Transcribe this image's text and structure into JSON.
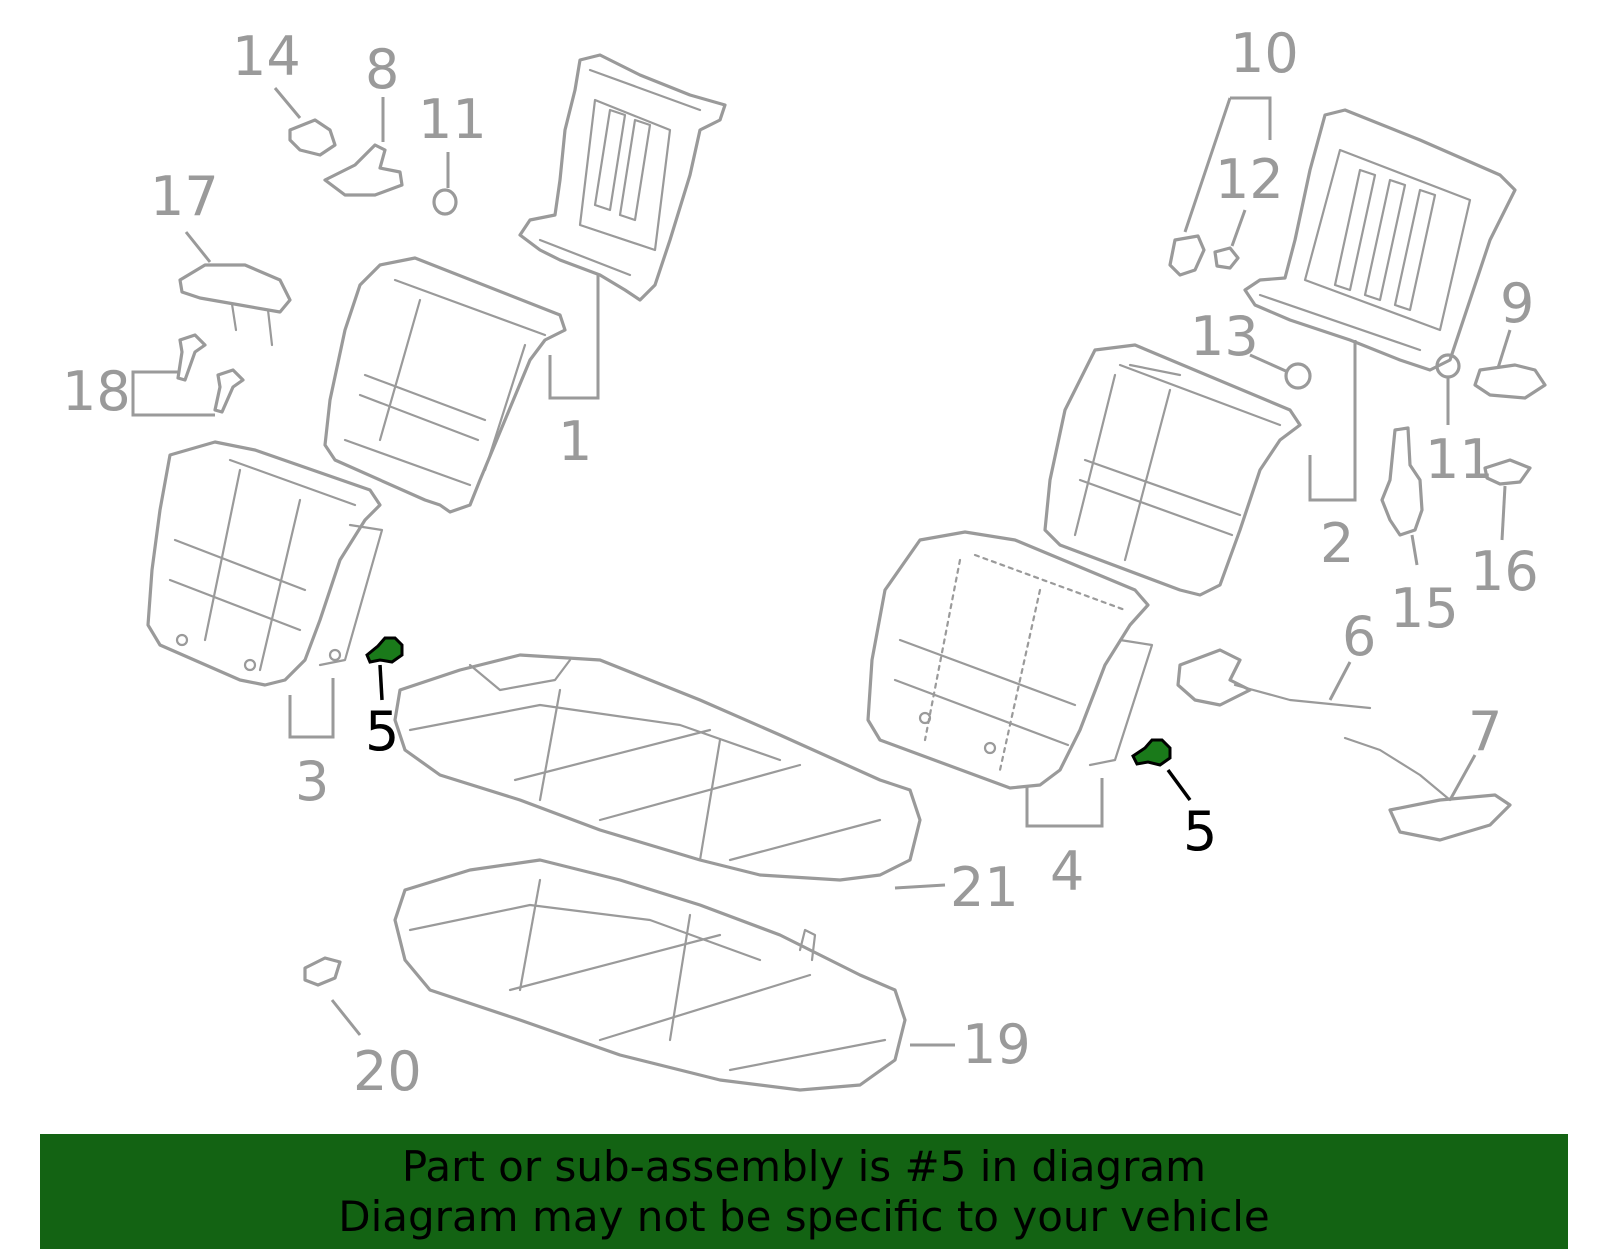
{
  "colors": {
    "line": "#9a9a9a",
    "highlight_fill": "#1a7a1a",
    "highlight_stroke": "#000000",
    "banner_bg": "#136313",
    "banner_text": "#000000"
  },
  "callouts": {
    "c1": "1",
    "c2": "2",
    "c3": "3",
    "c4": "4",
    "c5a": "5",
    "c5b": "5",
    "c6": "6",
    "c7": "7",
    "c8": "8",
    "c9": "9",
    "c10": "10",
    "c11a": "11",
    "c11b": "11",
    "c12": "12",
    "c13": "13",
    "c14": "14",
    "c15": "15",
    "c16": "16",
    "c17": "17",
    "c18": "18",
    "c19": "19",
    "c20": "20",
    "c21": "21"
  },
  "highlighted_part": "5",
  "banner": {
    "line1": "Part or sub-assembly is #5 in diagram",
    "line2": "Diagram may not be specific to your vehicle"
  }
}
